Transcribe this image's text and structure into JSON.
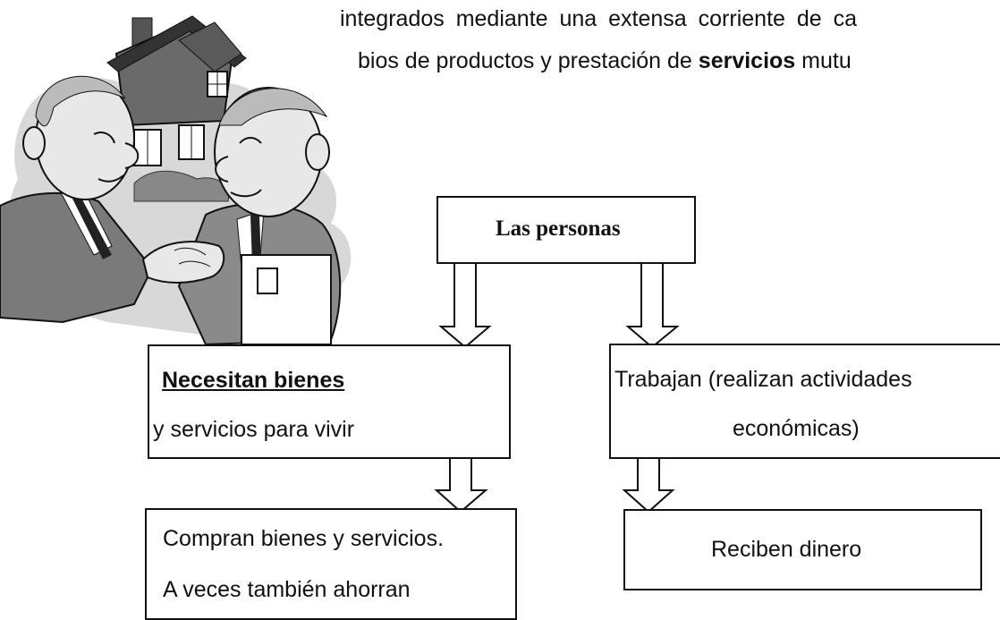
{
  "intro": {
    "line1": "integrados mediante una extensa corriente de ca",
    "line2_prefix": "bios de productos y prestación de ",
    "line2_bold": "servicios",
    "line2_suffix": " mutu"
  },
  "nodes": {
    "root": "Las personas",
    "left_bold": "Necesitan bienes",
    "left_rest": "y servicios para vivir",
    "right_line1": "Trabajan (realizan actividades",
    "right_line2": "económicas)",
    "left_result_line1": "Compran bienes y servicios.",
    "left_result_line2": "A veces también ahorran",
    "right_result": "Reciben dinero"
  },
  "illustration": {
    "icon": "handshake-house-illustration"
  }
}
